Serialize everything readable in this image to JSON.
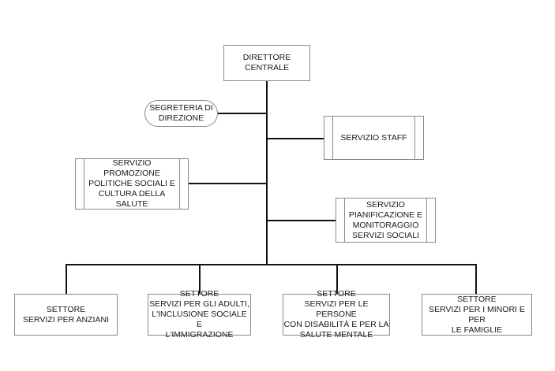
{
  "chart_title": "Organigramma",
  "top": {
    "label": "DIRETTORE\nCENTRALE"
  },
  "staff_units": [
    {
      "label": "SEGRETERIA DI\nDIREZIONE",
      "shape": "rounded"
    },
    {
      "label": "SERVIZIO STAFF",
      "shape": "process"
    },
    {
      "label": "SERVIZIO\nPROMOZIONE\nPOLITICHE SOCIALI E\nCULTURA DELLA\nSALUTE",
      "shape": "process"
    },
    {
      "label": "SERVIZIO\nPIANIFICAZIONE E\nMONITORAGGIO\nSERVIZI SOCIALI",
      "shape": "process"
    }
  ],
  "sectors": [
    {
      "label": "SETTORE\nSERVIZI PER ANZIANI"
    },
    {
      "label": "SETTORE\nSERVIZI PER GLI ADULTI,\nL'INCLUSIONE SOCIALE E\nL'IMMIGRAZIONE"
    },
    {
      "label": "SETTORE\nSERVIZI PER LE  PERSONE\nCON DISABILITÀ E PER LA\nSALUTE MENTALE"
    },
    {
      "label": "SETTORE\nSERVIZI PER I MINORI  E PER\nLE FAMIGLIE"
    }
  ]
}
